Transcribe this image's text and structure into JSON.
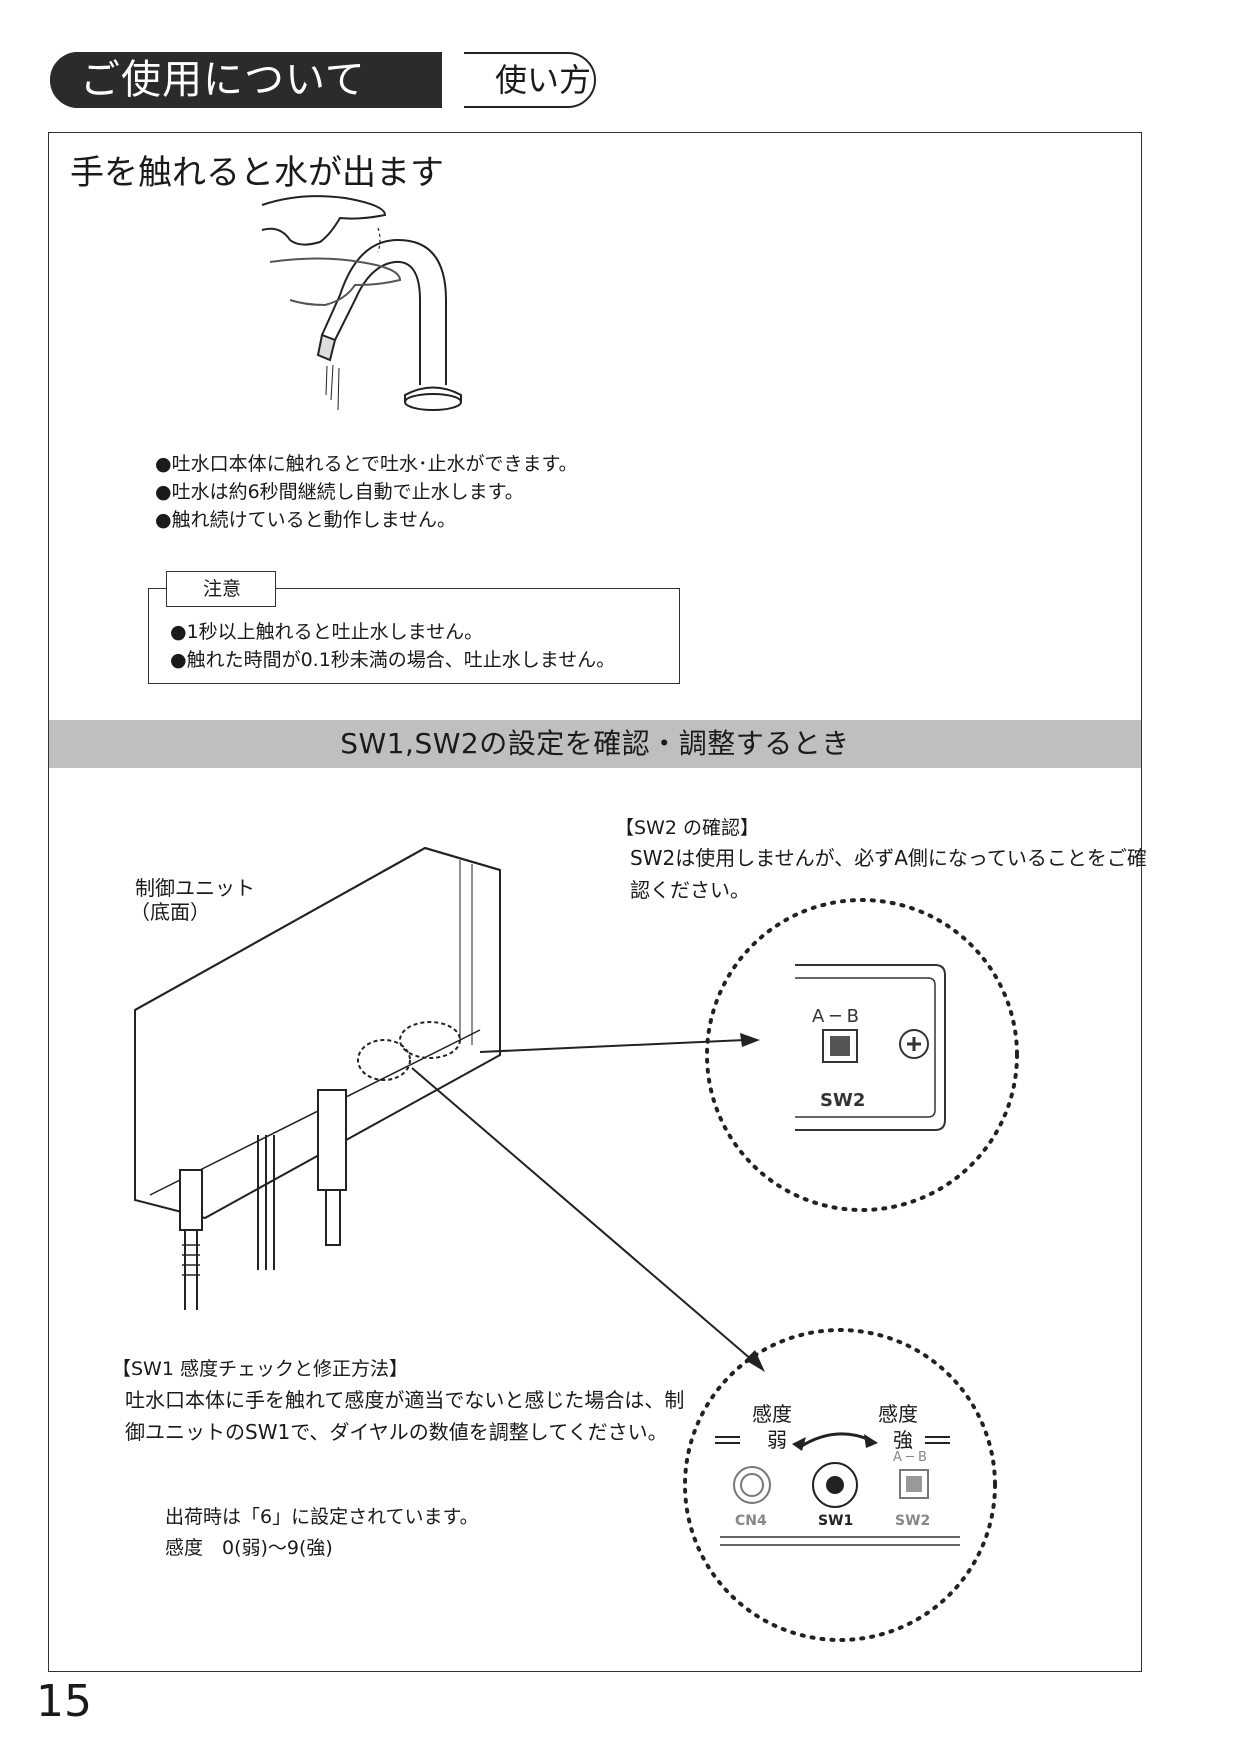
{
  "header": {
    "title": "ご使用について",
    "subtitle": "使い方"
  },
  "section": {
    "title": "手を触れると水が出ます"
  },
  "bullets": [
    "吐水口本体に触れるとで吐水･止水ができます。",
    "吐水は約6秒間継続し自動で止水します。",
    "触れ続けていると動作しません。"
  ],
  "caution": {
    "label": "注意",
    "items": [
      "1秒以上触れると吐止水しません。",
      "触れた時間が0.1秒未満の場合、吐止水しません。"
    ]
  },
  "band": {
    "title": "SW1,SW2の設定を確認・調整するとき"
  },
  "unit": {
    "label": "制御ユニット",
    "sublabel": "（底面）"
  },
  "sw2": {
    "heading": "【SW2 の確認】",
    "body": "SW2は使用しませんが、必ずA側になっていることをご確認ください。",
    "switch_label": "A ─ B",
    "name": "SW2"
  },
  "sw1": {
    "heading": "【SW1 感度チェックと修正方法】",
    "body": "吐水口本体に手を触れて感度が適当でないと感じた場合は、制御ユニットのSW1で、ダイヤルの数値を調整してください。",
    "shipping": "出荷時は「6」に設定されています。",
    "range": "感度　0(弱)〜9(強)",
    "weak_label": "感度",
    "weak_sub": "弱",
    "strong_label": "感度",
    "strong_sub": "強",
    "cn4": "CN4",
    "sw1_name": "SW1",
    "sw2_name": "SW2",
    "ab": "A ─ B"
  },
  "page_number": "15"
}
